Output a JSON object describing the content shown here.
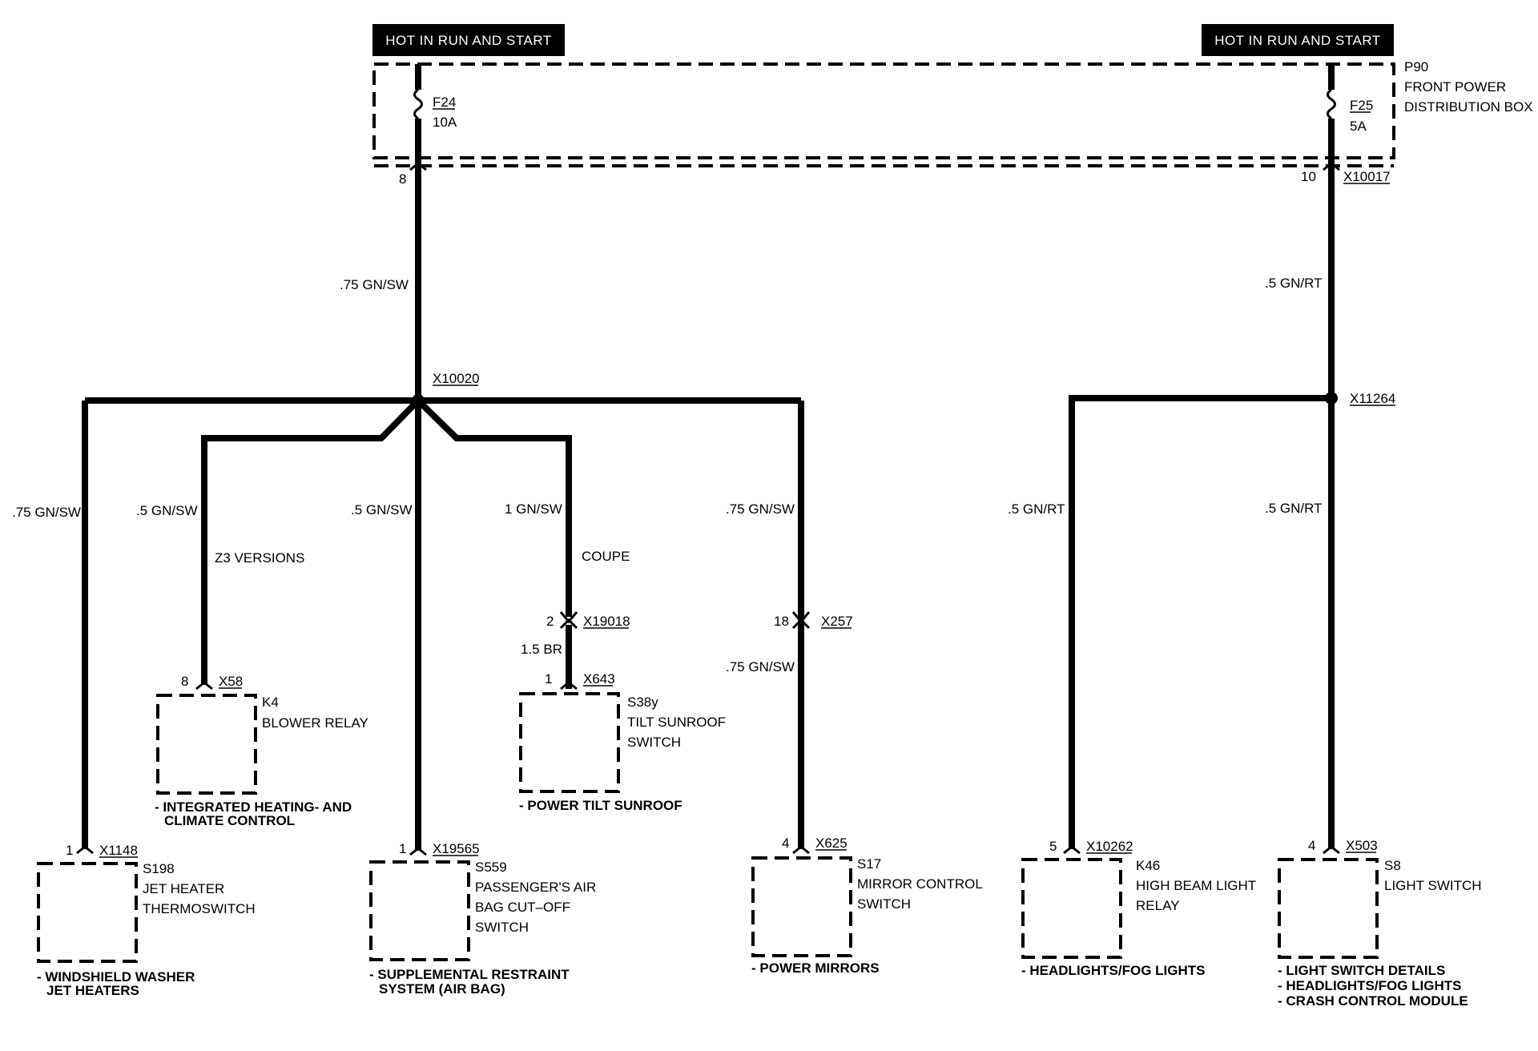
{
  "top_left_banner": "HOT IN RUN AND START",
  "top_right_banner": "HOT IN RUN AND START",
  "distribution_box": {
    "id": "P90",
    "name_line1": "FRONT POWER",
    "name_line2": "DISTRIBUTION BOX"
  },
  "fuses": [
    {
      "id": "F24",
      "rating": "10A"
    },
    {
      "id": "F25",
      "rating": "5A"
    }
  ],
  "left_feed": {
    "pin": "8",
    "wire": ".75 GN/SW",
    "splice": "X10020"
  },
  "right_feed": {
    "pin": "10",
    "connector": "X10017",
    "wire": ".5 GN/RT",
    "splice": "X11264"
  },
  "branches": {
    "jet_heater": {
      "wire": ".75 GN/SW",
      "pin": "1",
      "connector": "X1148",
      "component_id": "S198",
      "name_line1": "JET HEATER",
      "name_line2": "THERMOSWITCH",
      "ref_line1": "- WINDSHIELD WASHER",
      "ref_line2": "JET HEATERS"
    },
    "blower": {
      "wire": ".5 GN/SW",
      "note": "Z3 VERSIONS",
      "pin": "8",
      "connector": "X58",
      "component_id": "K4",
      "name_line1": "BLOWER RELAY",
      "ref_line1": "- INTEGRATED HEATING- AND",
      "ref_line2": "CLIMATE CONTROL"
    },
    "airbag": {
      "wire": ".5 GN/SW",
      "pin": "1",
      "connector": "X19565",
      "component_id": "S559",
      "name_line1": "PASSENGER'S AIR",
      "name_line2": "BAG CUT–OFF",
      "name_line3": "SWITCH",
      "ref_line1": "- SUPPLEMENTAL RESTRAINT",
      "ref_line2": "SYSTEM (AIR BAG)"
    },
    "sunroof": {
      "wire": "1 GN/SW",
      "note": "COUPE",
      "inline_pin": "2",
      "inline_connector": "X19018",
      "wire2": "1.5 BR",
      "pin": "1",
      "connector": "X643",
      "component_id": "S38y",
      "name_line1": "TILT SUNROOF",
      "name_line2": "SWITCH",
      "ref_line1": "- POWER TILT SUNROOF"
    },
    "mirror": {
      "wire": ".75 GN/SW",
      "inline_pin": "18",
      "inline_connector": "X257",
      "wire2": ".75 GN/SW",
      "pin": "4",
      "connector": "X625",
      "component_id": "S17",
      "name_line1": "MIRROR CONTROL",
      "name_line2": "SWITCH",
      "ref_line1": "- POWER MIRRORS"
    },
    "highbeam": {
      "wire": ".5 GN/RT",
      "pin": "5",
      "connector": "X10262",
      "component_id": "K46",
      "name_line1": "HIGH BEAM LIGHT",
      "name_line2": "RELAY",
      "ref_line1": "- HEADLIGHTS/FOG LIGHTS"
    },
    "lightswitch": {
      "wire": ".5 GN/RT",
      "pin": "4",
      "connector": "X503",
      "component_id": "S8",
      "name_line1": "LIGHT SWITCH",
      "ref_line1": "- LIGHT SWITCH DETAILS",
      "ref_line2": "- HEADLIGHTS/FOG LIGHTS",
      "ref_line3": "- CRASH CONTROL MODULE"
    }
  },
  "colors": {
    "ink": "#000000",
    "paper": "#ffffff"
  }
}
